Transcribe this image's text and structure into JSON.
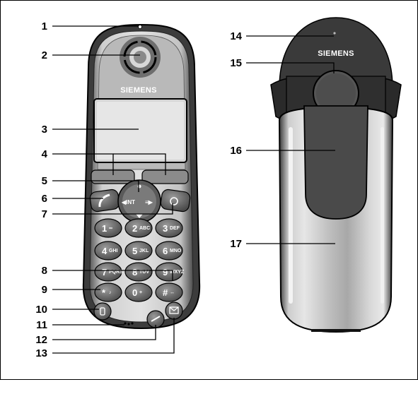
{
  "brand": "SIEMENS",
  "callouts": [
    "1",
    "2",
    "3",
    "4",
    "5",
    "6",
    "7",
    "8",
    "9",
    "10",
    "11",
    "12",
    "13",
    "14",
    "15",
    "16",
    "17"
  ],
  "keypad": [
    {
      "digit": "1",
      "letters": "∞"
    },
    {
      "digit": "2",
      "letters": "ABC"
    },
    {
      "digit": "3",
      "letters": "DEF"
    },
    {
      "digit": "4",
      "letters": "GHI"
    },
    {
      "digit": "5",
      "letters": "JKL"
    },
    {
      "digit": "6",
      "letters": "MNO"
    },
    {
      "digit": "7",
      "letters": "PQRS"
    },
    {
      "digit": "8",
      "letters": "TUV"
    },
    {
      "digit": "9",
      "letters": "WXYZ"
    },
    {
      "digit": "0",
      "letters": "+"
    },
    {
      "digit": "*",
      "letters": "♪"
    },
    {
      "digit": "#",
      "letters": "↔"
    }
  ],
  "navkey": {
    "left": "◀INT",
    "right": "≡▶"
  }
}
